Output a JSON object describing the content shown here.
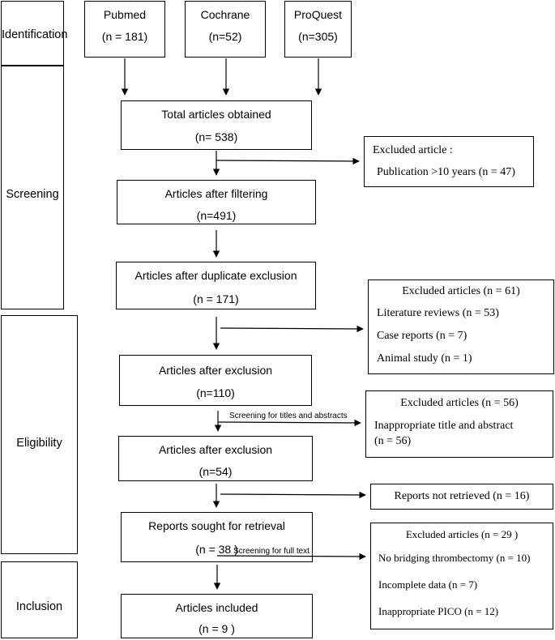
{
  "stages": {
    "identification": "Identification",
    "screening": "Screening",
    "eligibility": "Eligibility",
    "inclusion": "Inclusion"
  },
  "sources": [
    {
      "name": "Pubmed",
      "count": "(n = 181)"
    },
    {
      "name": "Cochrane",
      "count": "(n=52)"
    },
    {
      "name": "ProQuest",
      "count": "(n=305)"
    }
  ],
  "flow": {
    "total": {
      "title": "Total articles obtained",
      "count": "(n= 538)"
    },
    "filtering": {
      "title": "Articles after filtering",
      "count": "(n=491)"
    },
    "duplicate": {
      "title": "Articles after duplicate exclusion",
      "count": "(n = 171)"
    },
    "exclusion1": {
      "title": "Articles after exclusion",
      "count": "(n=110)"
    },
    "exclusion2": {
      "title": "Articles after exclusion",
      "count": "(n=54)"
    },
    "sought": {
      "title": "Reports sought for retrieval",
      "count": "(n = 38 )"
    },
    "included": {
      "title": "Articles included",
      "count": "(n = 9 )"
    }
  },
  "excluded": {
    "publication": {
      "title": "Excluded article :",
      "lines": [
        "Publication >10 years (n = 47)"
      ]
    },
    "reviews": {
      "title": "Excluded articles (n = 61)",
      "lines": [
        "Literature reviews (n = 53)",
        "Case reports (n = 7)",
        "Animal study (n = 1)"
      ]
    },
    "titles": {
      "title": "Excluded articles (n = 56)",
      "lines": [
        "Inappropriate title and abstract",
        "(n = 56)"
      ]
    },
    "not_retrieved": {
      "title": "Reports not retrieved (n = 16)"
    },
    "fulltext": {
      "title": "Excluded articles (n = 29 )",
      "lines": [
        "No bridging thrombectomy (n = 10)",
        "Incomplete data (n = 7)",
        "Inappropriate PICO (n = 12)"
      ]
    }
  },
  "arrow_notes": {
    "titles_abstracts": "Screening for titles and abstracts",
    "full_text": "Screening for full text"
  }
}
